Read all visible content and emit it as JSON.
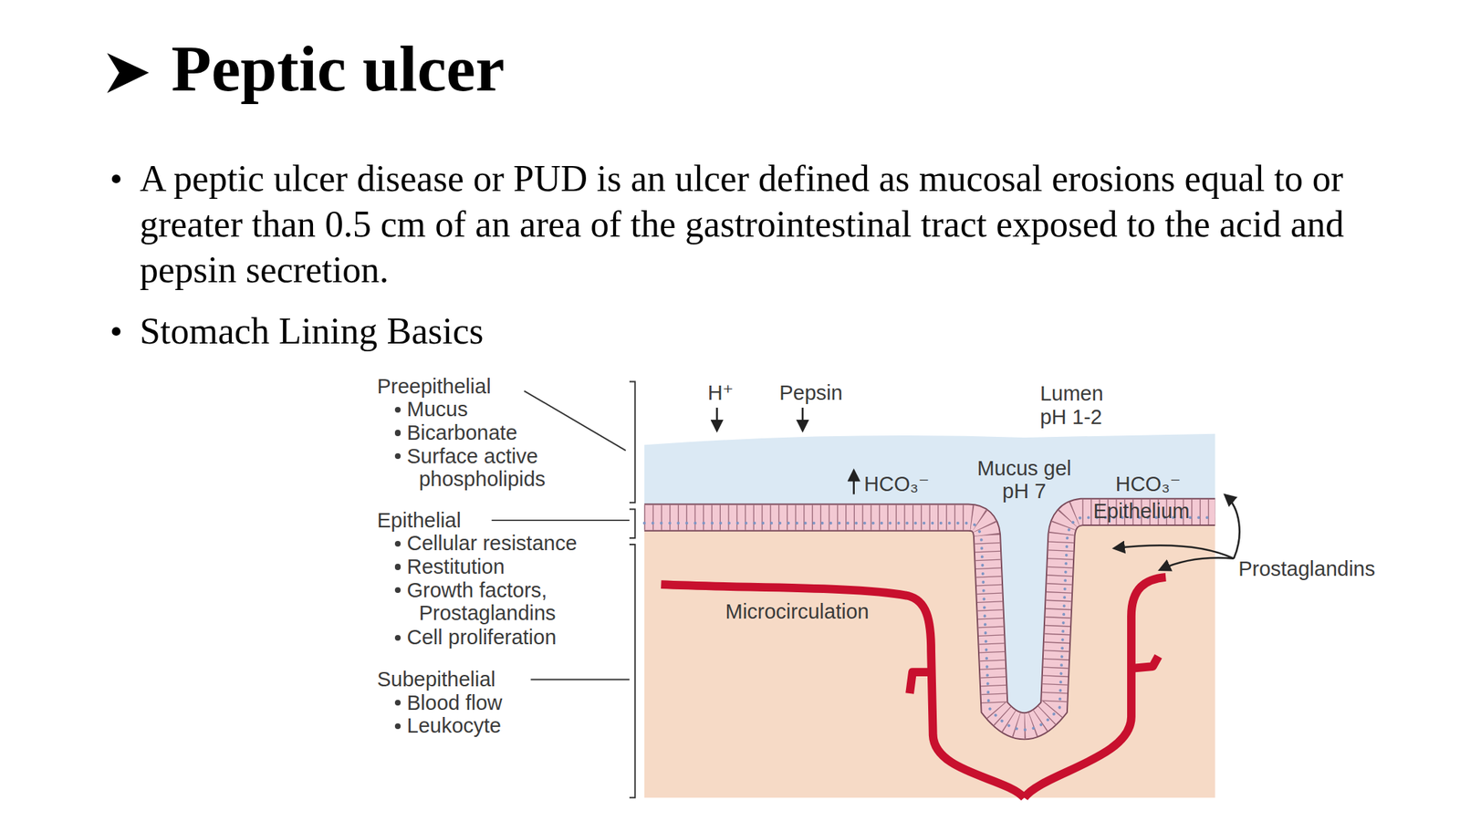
{
  "diagram": {
    "title": "Peptic ulcer",
    "labels": [
      "A peptic ulcer disease or PUD is an ulcer defined as mucosal erosions equal to or greater than 0.5 cm of an area of the gastrointestinal tract exposed to the acid and pepsin secretion.",
      "Stomach Lining Basics",
      "Preepithelial",
      "Mucus",
      "Bicarbonate",
      "Surface active phospholipids",
      "Epithelial",
      "Cellular resistance",
      "Restitution",
      "Growth factors, Prostaglandins",
      "Cell proliferation",
      "Subepithelial",
      "Blood flow",
      "Leukocyte",
      "H⁺",
      "Pepsin",
      "Lumen pH 1-2",
      "HCO₃⁻",
      "Mucus gel pH 7",
      "HCO₃⁻",
      "Epithelium",
      "Microcirculation",
      "Prostaglandins"
    ]
  }
}
